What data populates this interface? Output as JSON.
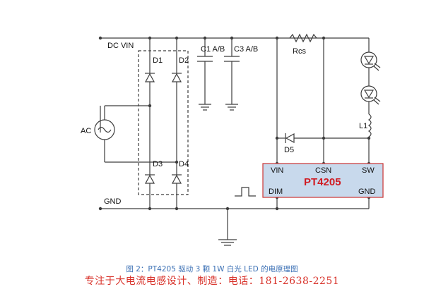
{
  "labels": {
    "dc_vin": "DC VIN",
    "gnd": "GND",
    "ac": "AC",
    "d1": "D1",
    "d2": "D2",
    "d3": "D3",
    "d4": "D4",
    "d5": "D5",
    "c1": "C1 A/B",
    "c3": "C3 A/B",
    "rcs": "Rcs",
    "l1": "L1"
  },
  "chip": {
    "name": "PT4205",
    "pin_vin": "VIN",
    "pin_csn": "CSN",
    "pin_sw": "SW",
    "pin_dim": "DIM",
    "pin_gnd": "GND"
  },
  "caption": "图 2：PT4205 驱动 3 颗 1W 白光 LED 的电原理图",
  "advert": "专注于大电流电感设计、制造：电话：181-2638-2251",
  "colors": {
    "wire": "#3d3d3d",
    "chip_fill": "#c8d9ec",
    "chip_border": "#cc3333",
    "chip_name": "#d01b22",
    "caption": "#3a6fb4",
    "advert": "#d8322a"
  }
}
